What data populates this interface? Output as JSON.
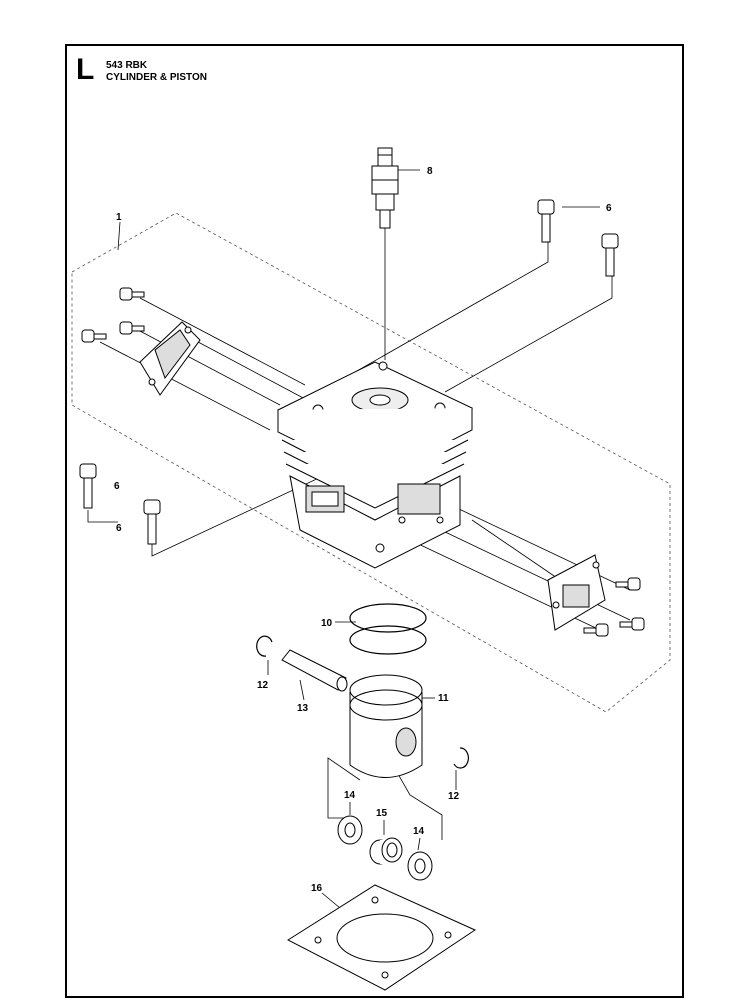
{
  "header": {
    "section_letter": "L",
    "model": "543 RBK",
    "title": "CYLINDER & PISTON"
  },
  "callouts": {
    "c1": "1",
    "c6a": "6",
    "c6b": "6",
    "c6c": "6",
    "c8": "8",
    "c10": "10",
    "c11": "11",
    "c12a": "12",
    "c12b": "12",
    "c13": "13",
    "c14a": "14",
    "c14b": "14",
    "c15": "15",
    "c16": "16"
  }
}
